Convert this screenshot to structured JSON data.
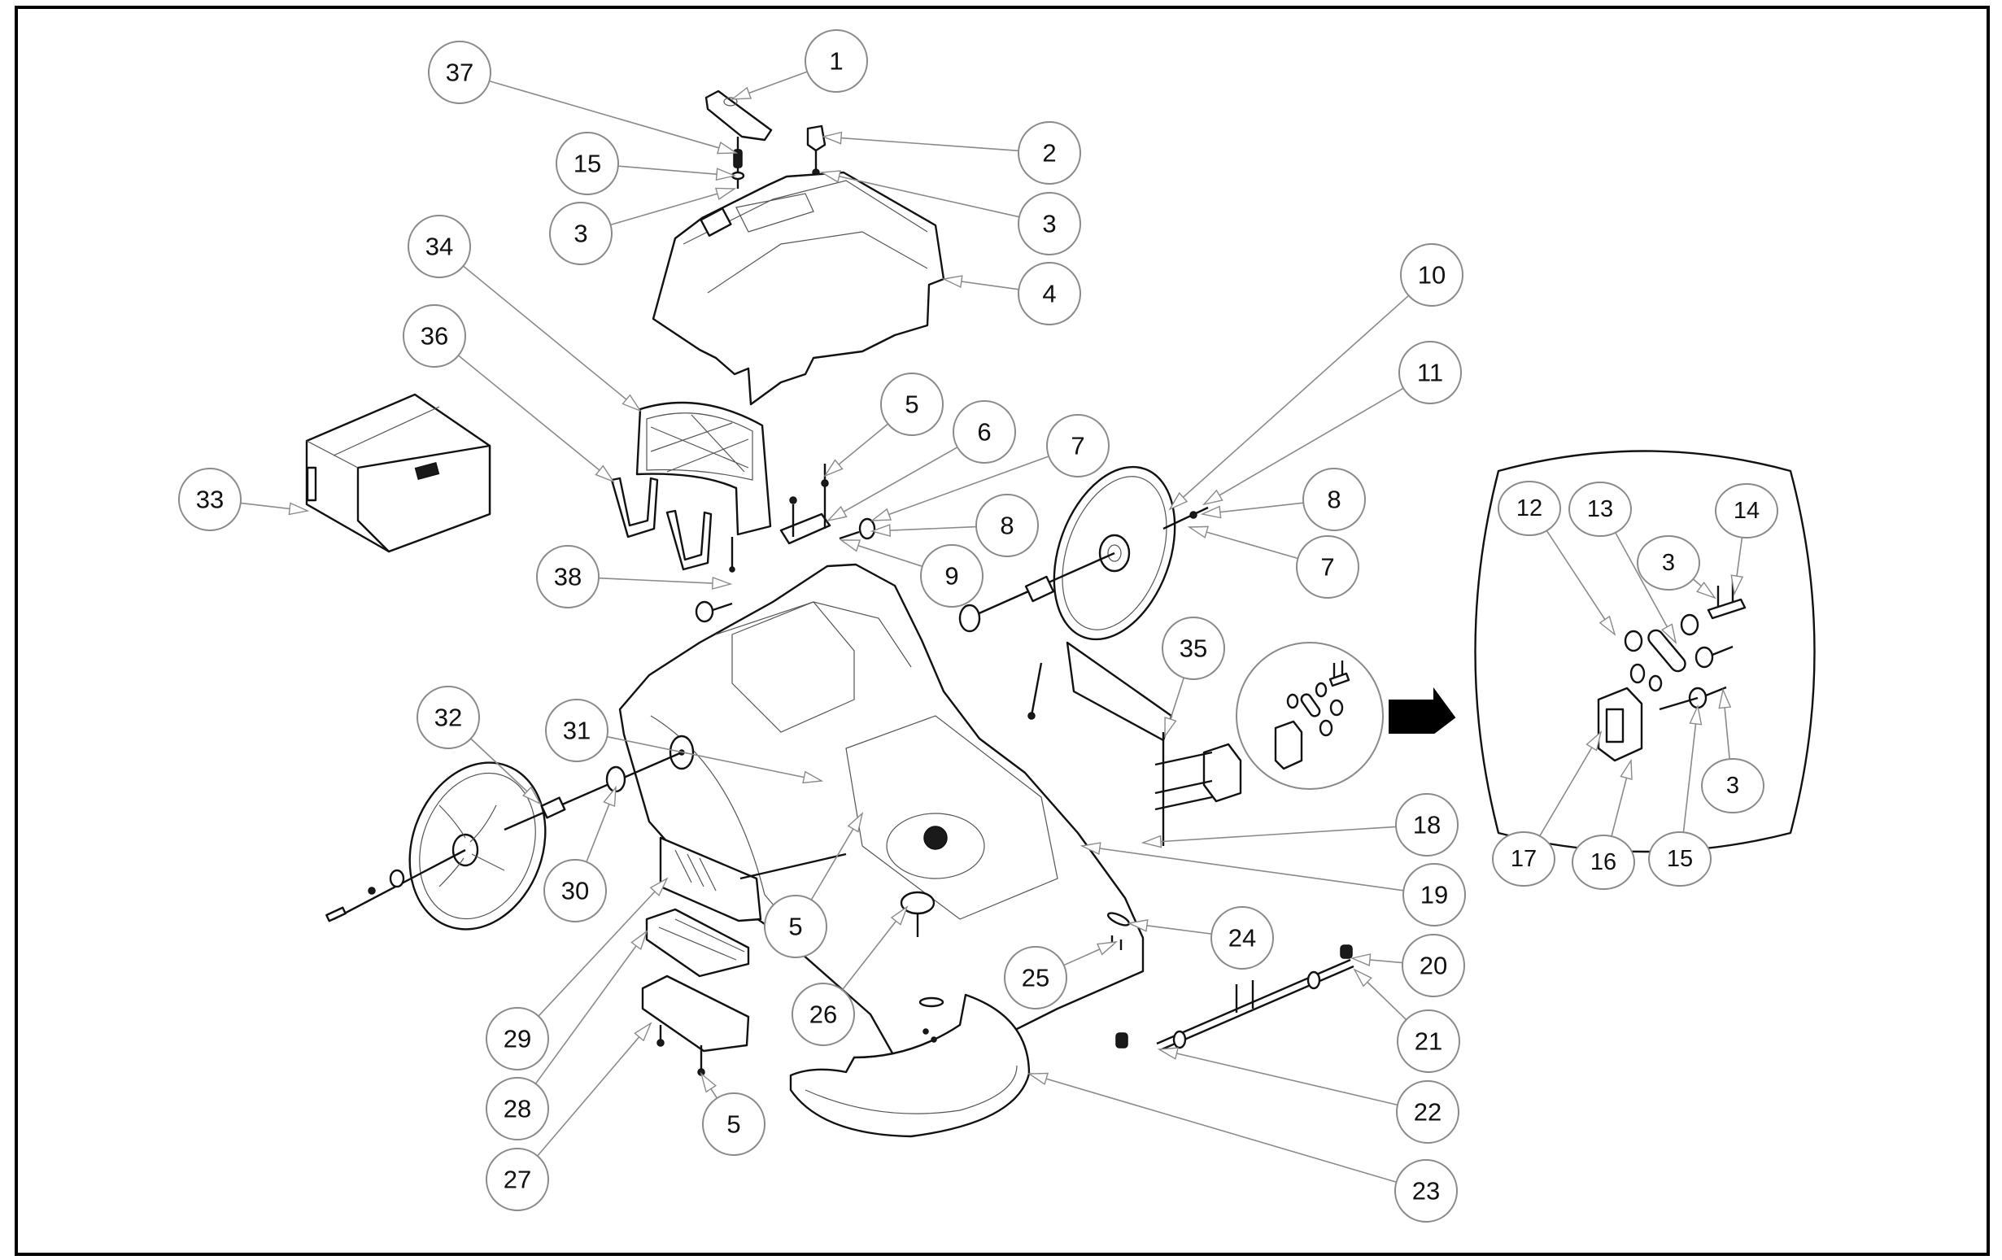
{
  "diagram": {
    "type": "exploded-parts-diagram",
    "subject": "robotic lawn mower chassis assembly",
    "callouts_main": [
      "1",
      "37",
      "2",
      "15",
      "3",
      "3",
      "34",
      "4",
      "36",
      "10",
      "11",
      "5",
      "6",
      "7",
      "33",
      "8",
      "8",
      "7",
      "9",
      "38",
      "35",
      "32",
      "31",
      "18",
      "19",
      "30",
      "5",
      "24",
      "20",
      "25",
      "26",
      "29",
      "21",
      "28",
      "22",
      "5",
      "27",
      "23"
    ],
    "callouts_inset": [
      "12",
      "13",
      "14",
      "3",
      "3",
      "17",
      "16",
      "15"
    ],
    "detail_arrow_icon": "right-arrow-icon",
    "detail_magnifier_icon": "detail-circle-icon"
  }
}
